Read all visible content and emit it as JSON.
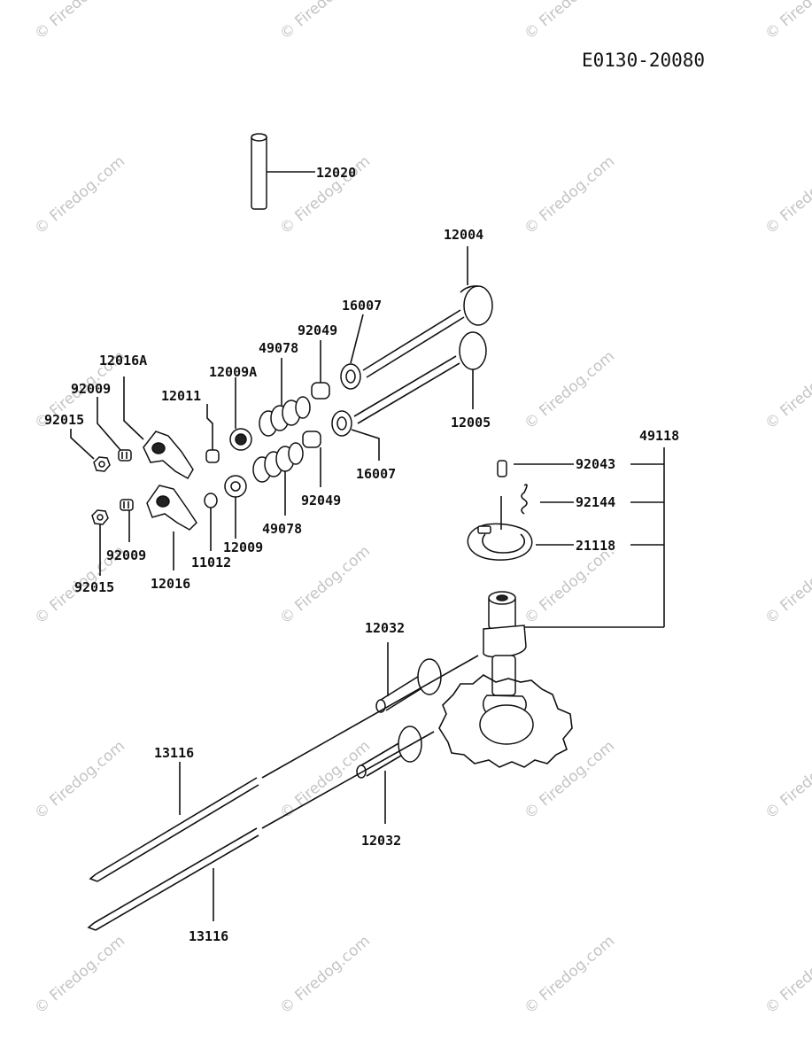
{
  "diagram_code": "E0130-20080",
  "watermark": "© Firedog.com",
  "labels": {
    "12020": "12020",
    "12004": "12004",
    "16007_top": "16007",
    "92049_top": "92049",
    "49078_top": "49078",
    "12009A": "12009A",
    "12016A": "12016A",
    "12011": "12011",
    "92009_top": "92009",
    "92015_top": "92015",
    "12005": "12005",
    "16007_bottom": "16007",
    "92049_bottom": "92049",
    "49078_bottom": "49078",
    "12009": "12009",
    "11012": "11012",
    "12016": "12016",
    "92009_bottom": "92009",
    "92015_bottom": "92015",
    "49118": "49118",
    "92043": "92043",
    "92144": "92144",
    "21118": "21118",
    "12032_top": "12032",
    "12032_bottom": "12032",
    "13116_top": "13116",
    "13116_bottom": "13116"
  }
}
